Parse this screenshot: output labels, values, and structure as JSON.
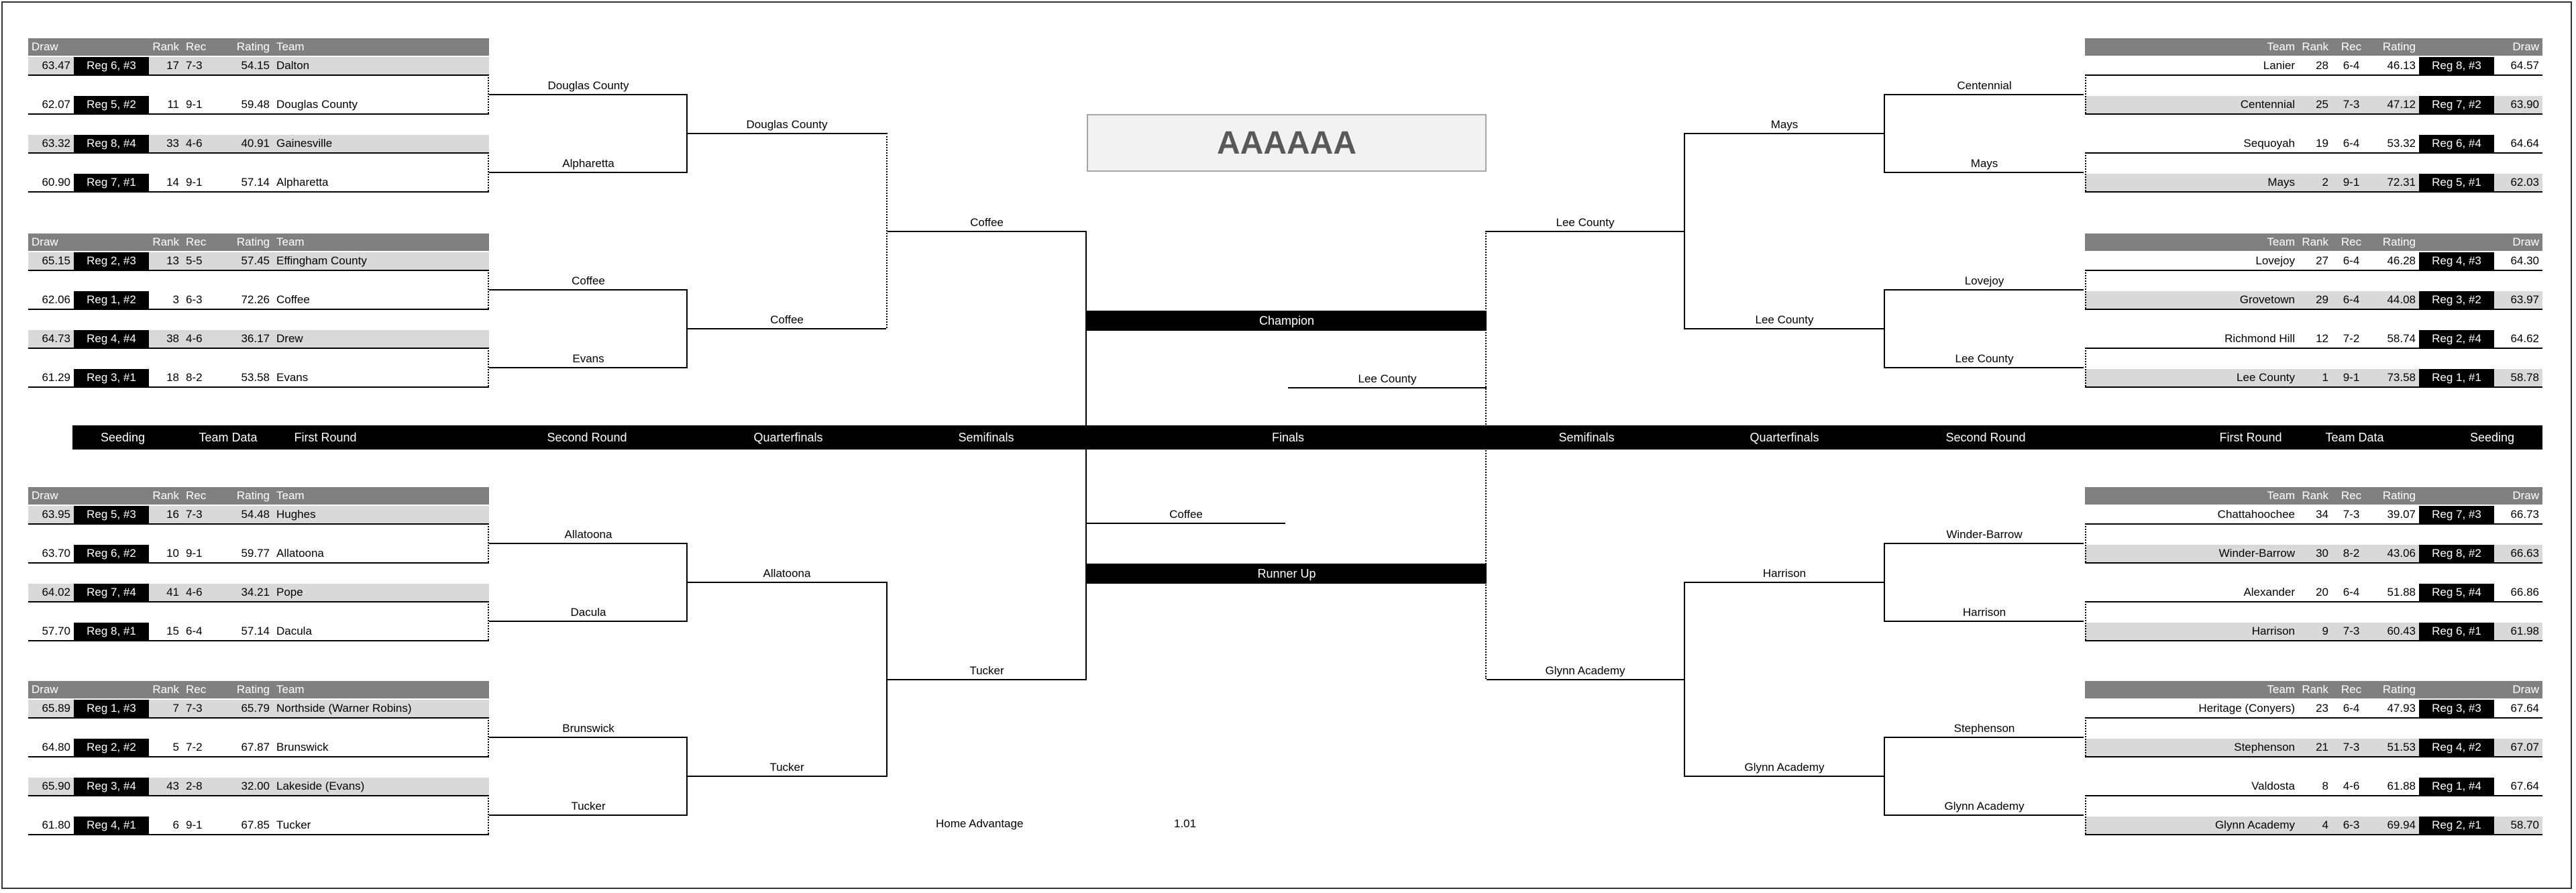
{
  "title": "AAAAAA",
  "headers": {
    "draw": "Draw",
    "rank": "Rank",
    "rec": "Rec",
    "rating": "Rating",
    "team": "Team"
  },
  "round_labels": {
    "left": [
      "Seeding",
      "Team Data",
      "First Round",
      "Second Round",
      "Quarterfinals",
      "Semifinals"
    ],
    "center": "Finals",
    "right": [
      "Semifinals",
      "Quarterfinals",
      "Second Round",
      "First Round",
      "Team Data",
      "Seeding"
    ]
  },
  "champion_label": "Champion",
  "runner_up_label": "Runner Up",
  "champion": "Lee County",
  "runner_up": "Coffee",
  "home_advantage": {
    "label": "Home Advantage",
    "value": "1.01"
  },
  "left_groups": [
    {
      "teams": [
        {
          "draw": "63.47",
          "seed": "Reg 6, #3",
          "rank": "17",
          "rec": "7-3",
          "rating": "54.15",
          "team": "Dalton"
        },
        {
          "draw": "62.07",
          "seed": "Reg 5, #2",
          "rank": "11",
          "rec": "9-1",
          "rating": "59.48",
          "team": "Douglas County"
        },
        {
          "draw": "63.32",
          "seed": "Reg 8, #4",
          "rank": "33",
          "rec": "4-6",
          "rating": "40.91",
          "team": "Gainesville"
        },
        {
          "draw": "60.90",
          "seed": "Reg 7, #1",
          "rank": "14",
          "rec": "9-1",
          "rating": "57.14",
          "team": "Alpharetta"
        }
      ],
      "r2": [
        "Douglas County",
        "Alpharetta"
      ],
      "qf": "Douglas County"
    },
    {
      "teams": [
        {
          "draw": "65.15",
          "seed": "Reg 2, #3",
          "rank": "13",
          "rec": "5-5",
          "rating": "57.45",
          "team": "Effingham County"
        },
        {
          "draw": "62.06",
          "seed": "Reg 1, #2",
          "rank": "3",
          "rec": "6-3",
          "rating": "72.26",
          "team": "Coffee"
        },
        {
          "draw": "64.73",
          "seed": "Reg 4, #4",
          "rank": "38",
          "rec": "4-6",
          "rating": "36.17",
          "team": "Drew"
        },
        {
          "draw": "61.29",
          "seed": "Reg 3, #1",
          "rank": "18",
          "rec": "8-2",
          "rating": "53.58",
          "team": "Evans"
        }
      ],
      "r2": [
        "Coffee",
        "Evans"
      ],
      "qf": "Coffee"
    },
    {
      "teams": [
        {
          "draw": "63.95",
          "seed": "Reg 5, #3",
          "rank": "16",
          "rec": "7-3",
          "rating": "54.48",
          "team": "Hughes"
        },
        {
          "draw": "63.70",
          "seed": "Reg 6, #2",
          "rank": "10",
          "rec": "9-1",
          "rating": "59.77",
          "team": "Allatoona"
        },
        {
          "draw": "64.02",
          "seed": "Reg 7, #4",
          "rank": "41",
          "rec": "4-6",
          "rating": "34.21",
          "team": "Pope"
        },
        {
          "draw": "57.70",
          "seed": "Reg 8, #1",
          "rank": "15",
          "rec": "6-4",
          "rating": "57.14",
          "team": "Dacula"
        }
      ],
      "r2": [
        "Allatoona",
        "Dacula"
      ],
      "qf": "Allatoona"
    },
    {
      "teams": [
        {
          "draw": "65.89",
          "seed": "Reg 1, #3",
          "rank": "7",
          "rec": "7-3",
          "rating": "65.79",
          "team": "Northside (Warner Robins)"
        },
        {
          "draw": "64.80",
          "seed": "Reg 2, #2",
          "rank": "5",
          "rec": "7-2",
          "rating": "67.87",
          "team": "Brunswick"
        },
        {
          "draw": "65.90",
          "seed": "Reg 3, #4",
          "rank": "43",
          "rec": "2-8",
          "rating": "32.00",
          "team": "Lakeside (Evans)"
        },
        {
          "draw": "61.80",
          "seed": "Reg 4, #1",
          "rank": "6",
          "rec": "9-1",
          "rating": "67.85",
          "team": "Tucker"
        }
      ],
      "r2": [
        "Brunswick",
        "Tucker"
      ],
      "qf": "Tucker"
    }
  ],
  "left_sf": [
    "Coffee",
    "Tucker"
  ],
  "left_final": "Coffee",
  "right_groups": [
    {
      "teams": [
        {
          "draw": "64.57",
          "seed": "Reg 8, #3",
          "rank": "28",
          "rec": "6-4",
          "rating": "46.13",
          "team": "Lanier"
        },
        {
          "draw": "63.90",
          "seed": "Reg 7, #2",
          "rank": "25",
          "rec": "7-3",
          "rating": "47.12",
          "team": "Centennial"
        },
        {
          "draw": "64.64",
          "seed": "Reg 6, #4",
          "rank": "19",
          "rec": "6-4",
          "rating": "53.32",
          "team": "Sequoyah"
        },
        {
          "draw": "62.03",
          "seed": "Reg 5, #1",
          "rank": "2",
          "rec": "9-1",
          "rating": "72.31",
          "team": "Mays"
        }
      ],
      "r2": [
        "Centennial",
        "Mays"
      ],
      "qf": "Mays"
    },
    {
      "teams": [
        {
          "draw": "64.30",
          "seed": "Reg 4, #3",
          "rank": "27",
          "rec": "6-4",
          "rating": "46.28",
          "team": "Lovejoy"
        },
        {
          "draw": "63.97",
          "seed": "Reg 3, #2",
          "rank": "29",
          "rec": "6-4",
          "rating": "44.08",
          "team": "Grovetown"
        },
        {
          "draw": "64.62",
          "seed": "Reg 2, #4",
          "rank": "12",
          "rec": "7-2",
          "rating": "58.74",
          "team": "Richmond Hill"
        },
        {
          "draw": "58.78",
          "seed": "Reg 1, #1",
          "rank": "1",
          "rec": "9-1",
          "rating": "73.58",
          "team": "Lee County"
        }
      ],
      "r2": [
        "Lovejoy",
        "Lee County"
      ],
      "qf": "Lee County"
    },
    {
      "teams": [
        {
          "draw": "66.73",
          "seed": "Reg 7, #3",
          "rank": "34",
          "rec": "7-3",
          "rating": "39.07",
          "team": "Chattahoochee"
        },
        {
          "draw": "66.63",
          "seed": "Reg 8, #2",
          "rank": "30",
          "rec": "8-2",
          "rating": "43.06",
          "team": "Winder-Barrow"
        },
        {
          "draw": "66.86",
          "seed": "Reg 5, #4",
          "rank": "20",
          "rec": "6-4",
          "rating": "51.88",
          "team": "Alexander"
        },
        {
          "draw": "61.98",
          "seed": "Reg 6, #1",
          "rank": "9",
          "rec": "7-3",
          "rating": "60.43",
          "team": "Harrison"
        }
      ],
      "r2": [
        "Winder-Barrow",
        "Harrison"
      ],
      "qf": "Harrison"
    },
    {
      "teams": [
        {
          "draw": "67.64",
          "seed": "Reg 3, #3",
          "rank": "23",
          "rec": "6-4",
          "rating": "47.93",
          "team": "Heritage (Conyers)"
        },
        {
          "draw": "67.07",
          "seed": "Reg 4, #2",
          "rank": "21",
          "rec": "7-3",
          "rating": "51.53",
          "team": "Stephenson"
        },
        {
          "draw": "67.64",
          "seed": "Reg 1, #4",
          "rank": "8",
          "rec": "4-6",
          "rating": "61.88",
          "team": "Valdosta"
        },
        {
          "draw": "58.70",
          "seed": "Reg 2, #1",
          "rank": "4",
          "rec": "6-3",
          "rating": "69.94",
          "team": "Glynn Academy"
        }
      ],
      "r2": [
        "Stephenson",
        "Glynn Academy"
      ],
      "qf": "Glynn Academy"
    }
  ],
  "right_sf": [
    "Lee County",
    "Glynn Academy"
  ],
  "right_final": "Lee County"
}
